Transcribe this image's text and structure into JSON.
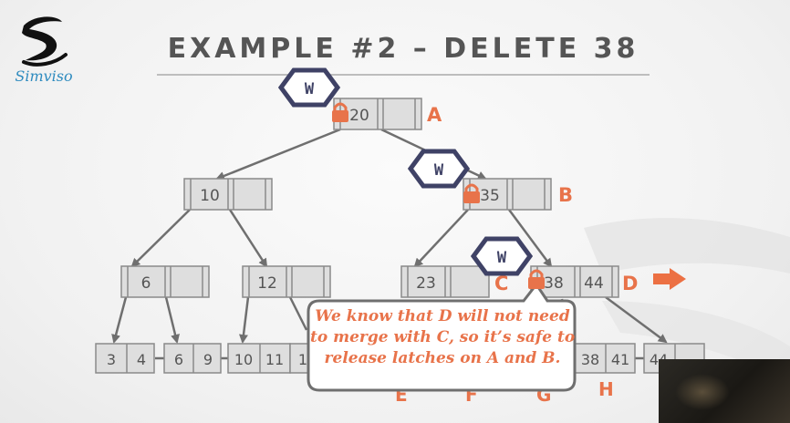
{
  "slide": {
    "title": "EXAMPLE #2 – DELETE 38",
    "logo_text": "Simviso",
    "callout_lines": [
      "We know that D will not need",
      "to merge with C, so it’s safe to",
      "release latches on A and B."
    ]
  },
  "tree": {
    "root": {
      "keys": [
        "20",
        ""
      ],
      "label": "A",
      "latch": "W"
    },
    "level1": [
      {
        "keys": [
          "10",
          ""
        ],
        "label": ""
      },
      {
        "keys": [
          "35",
          ""
        ],
        "label": "B",
        "latch": "W"
      }
    ],
    "level2": [
      {
        "keys": [
          "6",
          ""
        ],
        "label": ""
      },
      {
        "keys": [
          "12",
          ""
        ],
        "label": ""
      },
      {
        "keys": [
          "23",
          ""
        ],
        "label": "C"
      },
      {
        "keys": [
          "38",
          "44"
        ],
        "label": "D",
        "latch": "W"
      }
    ],
    "leaves": [
      {
        "keys": [
          "3",
          "4"
        ]
      },
      {
        "keys": [
          "6",
          "9"
        ]
      },
      {
        "keys": [
          "10",
          "11"
        ]
      },
      {
        "keys": [
          "1"
        ]
      },
      {
        "keys": [
          "38",
          "41"
        ]
      },
      {
        "keys": [
          "44",
          ""
        ]
      }
    ],
    "leaf_labels_visible": [
      "E",
      "F",
      "G",
      "H"
    ],
    "colors": {
      "accent": "#e8734a",
      "latch": "#3f4266",
      "node_fill": "#dedede",
      "node_stroke": "#8a8a8a",
      "edge": "#6f6f6f"
    }
  }
}
